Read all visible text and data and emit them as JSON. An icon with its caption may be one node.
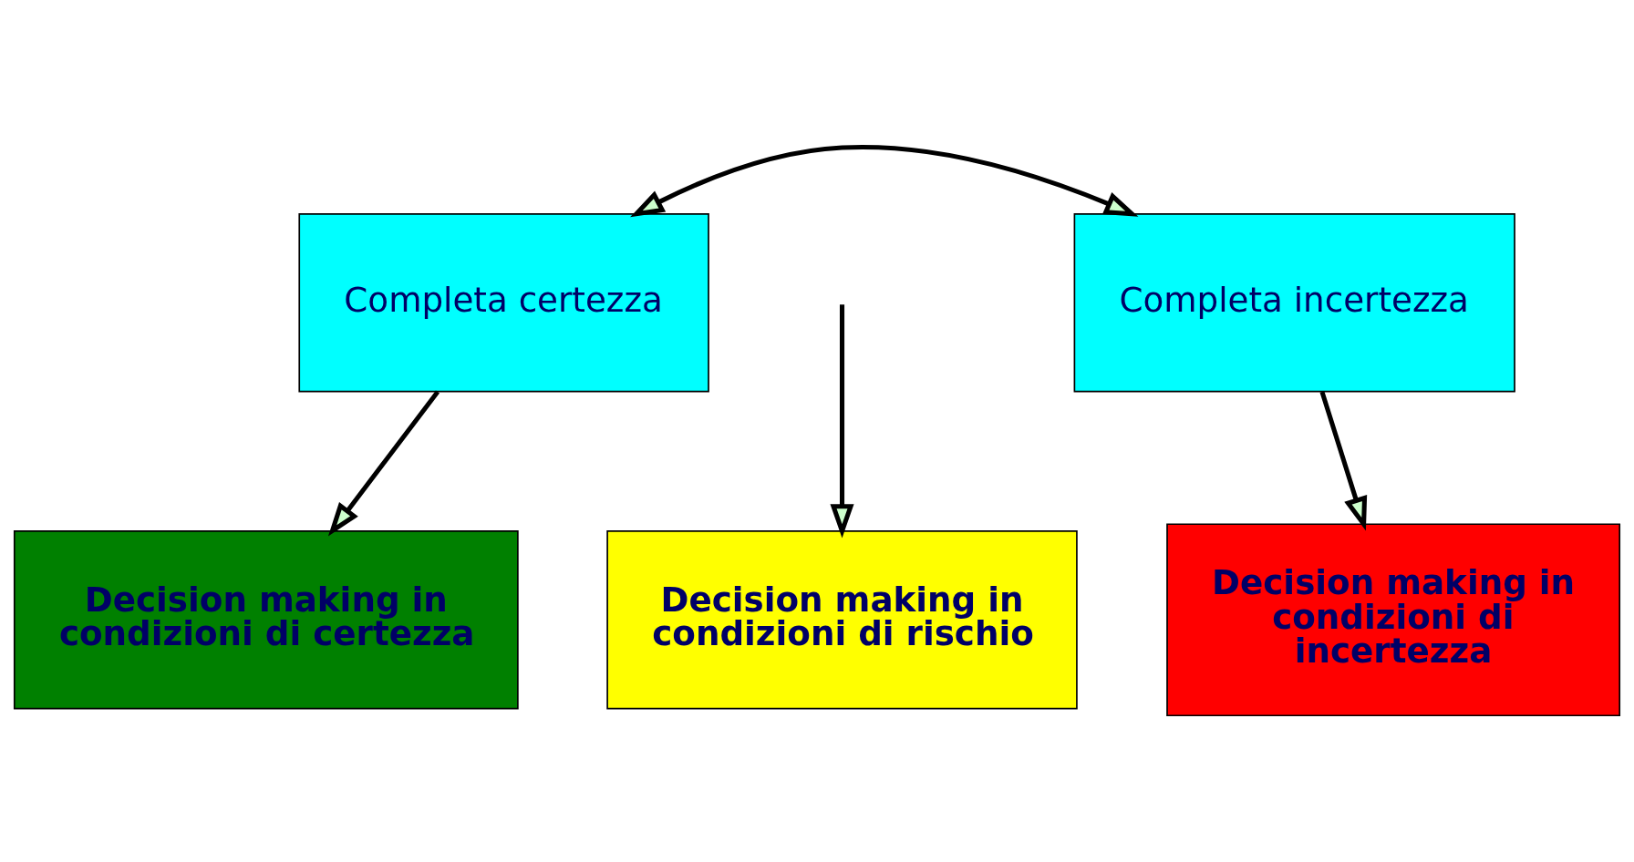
{
  "diagram": {
    "nodes": [
      {
        "text": [
          "Completa certezza"
        ]
      },
      {
        "text": [
          "Completa incertezza"
        ]
      },
      {
        "text": [
          "Decision making in condizioni di certezza"
        ]
      },
      {
        "text": [
          "Decision making in condizioni di rischio"
        ]
      },
      {
        "text": [
          "Decision making in condizioni di incertezza"
        ]
      }
    ],
    "edges": [
      {
        "from": 0,
        "to": 1,
        "arrow": "both"
      },
      {
        "from": 0,
        "to": 2,
        "arrow": "to"
      },
      {
        "from": null,
        "to": 3,
        "arrow": "to"
      },
      {
        "from": 1,
        "to": 4,
        "arrow": "to"
      }
    ]
  }
}
